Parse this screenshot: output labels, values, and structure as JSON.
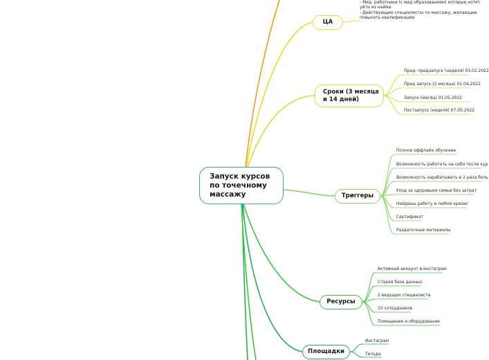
{
  "root": {
    "title": "Запуск курсов по точечному массажу"
  },
  "colors": {
    "root_border": "#4a90e2",
    "orange": "#f39c12",
    "yellow": "#eeda2a",
    "lime": "#c5e82c",
    "green_light": "#7ed957",
    "green": "#3cc83c",
    "green_dark": "#22b14c"
  },
  "branches": {
    "ca": {
      "label": "ЦА",
      "notes": [
        "- Мед. работники (с мед образованием) которые хотят",
        "уйти из найма",
        "- Действующие специалисты по массажу, желающие",
        "повысить квалификацию"
      ]
    },
    "sroki": {
      "label": "Сроки (3 месяца и 14 дней)",
      "items": [
        "Пред- предзапуск (неделя) 03.02.2022",
        "Пред запуск (2 месяца) 01.04.2022",
        "Запуск (месяц) 01.05.2022",
        "Постзапуск (неделя)  07.05.2022"
      ]
    },
    "triggers": {
      "label": "Триггеры",
      "items": [
        "Полное оффлайн обучение",
        "Возможность работать на себя после кур",
        "Возможность зарабатывать в 2-раза боль",
        "Уход за здоровьем семьи без затрат",
        "Найдешь работу в любой кризис",
        "Сертификат",
        "Раздаточные материалы"
      ]
    },
    "resources": {
      "label": "Ресурсы",
      "items": [
        "Активный аккаунт в инстаграм",
        "Старая база данных",
        " 2 ведущих специалиста",
        " 10 сотрудников",
        "Помещение и оборудование"
      ]
    },
    "platforms": {
      "label": "Площадки",
      "items": [
        "Инстаграм",
        "Тильда"
      ]
    }
  }
}
